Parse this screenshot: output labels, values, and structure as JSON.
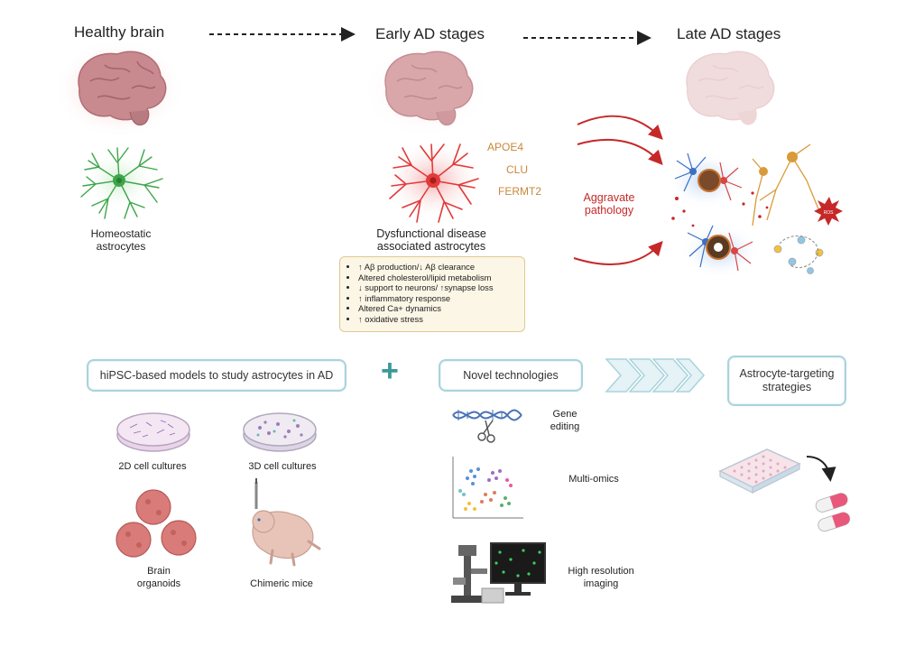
{
  "stages": {
    "healthy": "Healthy brain",
    "early": "Early AD stages",
    "late": "Late AD stages"
  },
  "healthy_astro_label": "Homeostatic\nastrocytes",
  "disease_astro_label": "Dysfunctional disease\nassociated astrocytes",
  "genes": [
    "APOE4",
    "CLU",
    "FERMT2"
  ],
  "aggravate_label": "Aggravate\npathology",
  "dysfunctions": [
    "↑ Aβ production/↓ Aβ clearance",
    "Altered cholesterol/lipid metabolism",
    "↓ support to neurons/ ↑synapse loss",
    "↑ inflammatory  response",
    "Altered Ca+ dynamics",
    "↑ oxidative stress"
  ],
  "ros_label": "ROS",
  "models_box": "hiPSC-based models to study astrocytes in AD",
  "plus_sign": "+",
  "novel_box": "Novel technologies",
  "targeting_box": "Astrocyte-targeting\nstrategies",
  "models": {
    "cultures_2d": "2D cell cultures",
    "cultures_3d": "3D cell cultures",
    "organoids": "Brain\norganoids",
    "chimeric": "Chimeric mice"
  },
  "technologies": {
    "gene_editing": "Gene\nediting",
    "multi_omics": "Multi-omics",
    "imaging": "High resolution\nimaging"
  },
  "colors": {
    "healthy_astro": "#3da64a",
    "disease_astro": "#e23a3a",
    "gene_text": "#c8883a",
    "aggravate": "#c62828",
    "box_border": "#a9d3dd",
    "teal_plus": "#3a9a95",
    "brain_pink": "#c98a8f"
  }
}
